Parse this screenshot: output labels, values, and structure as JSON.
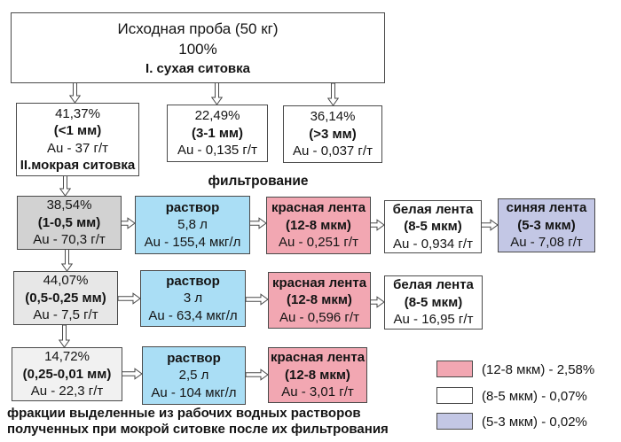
{
  "colors": {
    "pink": "#f2a7b2",
    "blue": "#aadef5",
    "purple": "#c3c7e5",
    "gray_row1": "#d2d2d2",
    "gray_row2": "#e7e7e7",
    "gray_row3": "#f1f1f1",
    "white": "#ffffff",
    "border": "#4a4a4a"
  },
  "root": {
    "title": "Исходная проба (50 кг)",
    "percent": "100%",
    "process": "I. сухая ситовка"
  },
  "dry_sieve": [
    {
      "percent": "41,37%",
      "size": "(<1 мм)",
      "au": "Au - 37 г/т",
      "process": "II.мокрая ситовка"
    },
    {
      "percent": "22,49%",
      "size": "(3-1 мм)",
      "au": "Au - 0,135 г/т"
    },
    {
      "percent": "36,14%",
      "size": "(>3 мм)",
      "au": "Au - 0,037 г/т"
    }
  ],
  "filter_label": "фильтрование",
  "wet_rows": [
    {
      "fraction": {
        "percent": "38,54%",
        "size": "(1-0,5 мм)",
        "au": "Au - 70,3 г/т"
      },
      "solution": {
        "name": "раствор",
        "volume": "5,8 л",
        "au": "Au - 155,4 мкг/л"
      },
      "red_band": {
        "name": "красная лента",
        "size": "(12-8 мкм)",
        "au": "Au - 0,251 г/т"
      },
      "white_band": {
        "name": "белая лента",
        "size": "(8-5 мкм)",
        "au": "Au - 0,934 г/т"
      },
      "blue_band": {
        "name": "синяя лента",
        "size": "(5-3 мкм)",
        "au": "Au - 7,08 г/т"
      }
    },
    {
      "fraction": {
        "percent": "44,07%",
        "size": "(0,5-0,25 мм)",
        "au": "Au - 7,5 г/т"
      },
      "solution": {
        "name": "раствор",
        "volume": "3 л",
        "au": "Au - 63,4 мкг/л"
      },
      "red_band": {
        "name": "красная лента",
        "size": "(12-8 мкм)",
        "au": "Au - 0,596 г/т"
      },
      "white_band": {
        "name": "белая лента",
        "size": "(8-5 мкм)",
        "au": "Au - 16,95 г/т"
      }
    },
    {
      "fraction": {
        "percent": "14,72%",
        "size": "(0,25-0,01 мм)",
        "au": "Au - 22,3 г/т"
      },
      "solution": {
        "name": "раствор",
        "volume": "2,5 л",
        "au": "Au - 104 мкг/л"
      },
      "red_band": {
        "name": "красная лента",
        "size": "(12-8 мкм)",
        "au": "Au - 3,01 г/т"
      }
    }
  ],
  "footnote": {
    "line1": "фракции выделенные из рабочих водных растворов",
    "line2": "полученных при мокрой ситовке после их фильтрования"
  },
  "legend": [
    {
      "label": "(12-8 мкм) - 2,58%",
      "color": "#f2a7b2"
    },
    {
      "label": "(8-5 мкм) - 0,07%",
      "color": "#ffffff"
    },
    {
      "label": "(5-3 мкм) - 0,02%",
      "color": "#c3c7e5"
    }
  ]
}
